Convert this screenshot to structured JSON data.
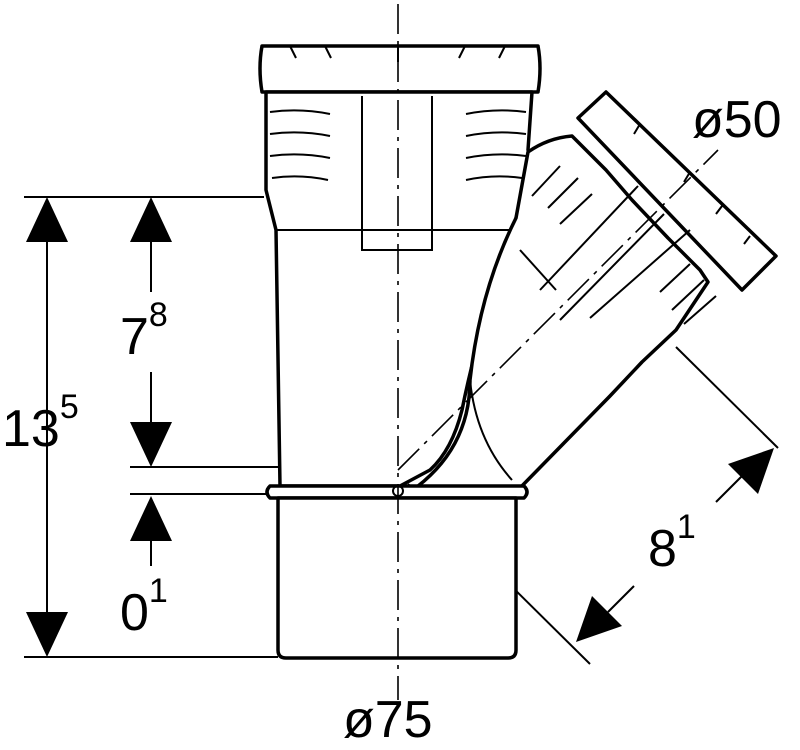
{
  "labels": {
    "branch_diameter": "ø50",
    "main_diameter": "ø75",
    "total_height": {
      "base": "13",
      "sup": "5"
    },
    "branch_height": {
      "base": "7",
      "sup": "8"
    },
    "socket_offset": {
      "base": "0",
      "sup": "1"
    },
    "branch_length": {
      "base": "8",
      "sup": "1"
    }
  },
  "colors": {
    "line": "#000000",
    "background": "#ffffff"
  }
}
